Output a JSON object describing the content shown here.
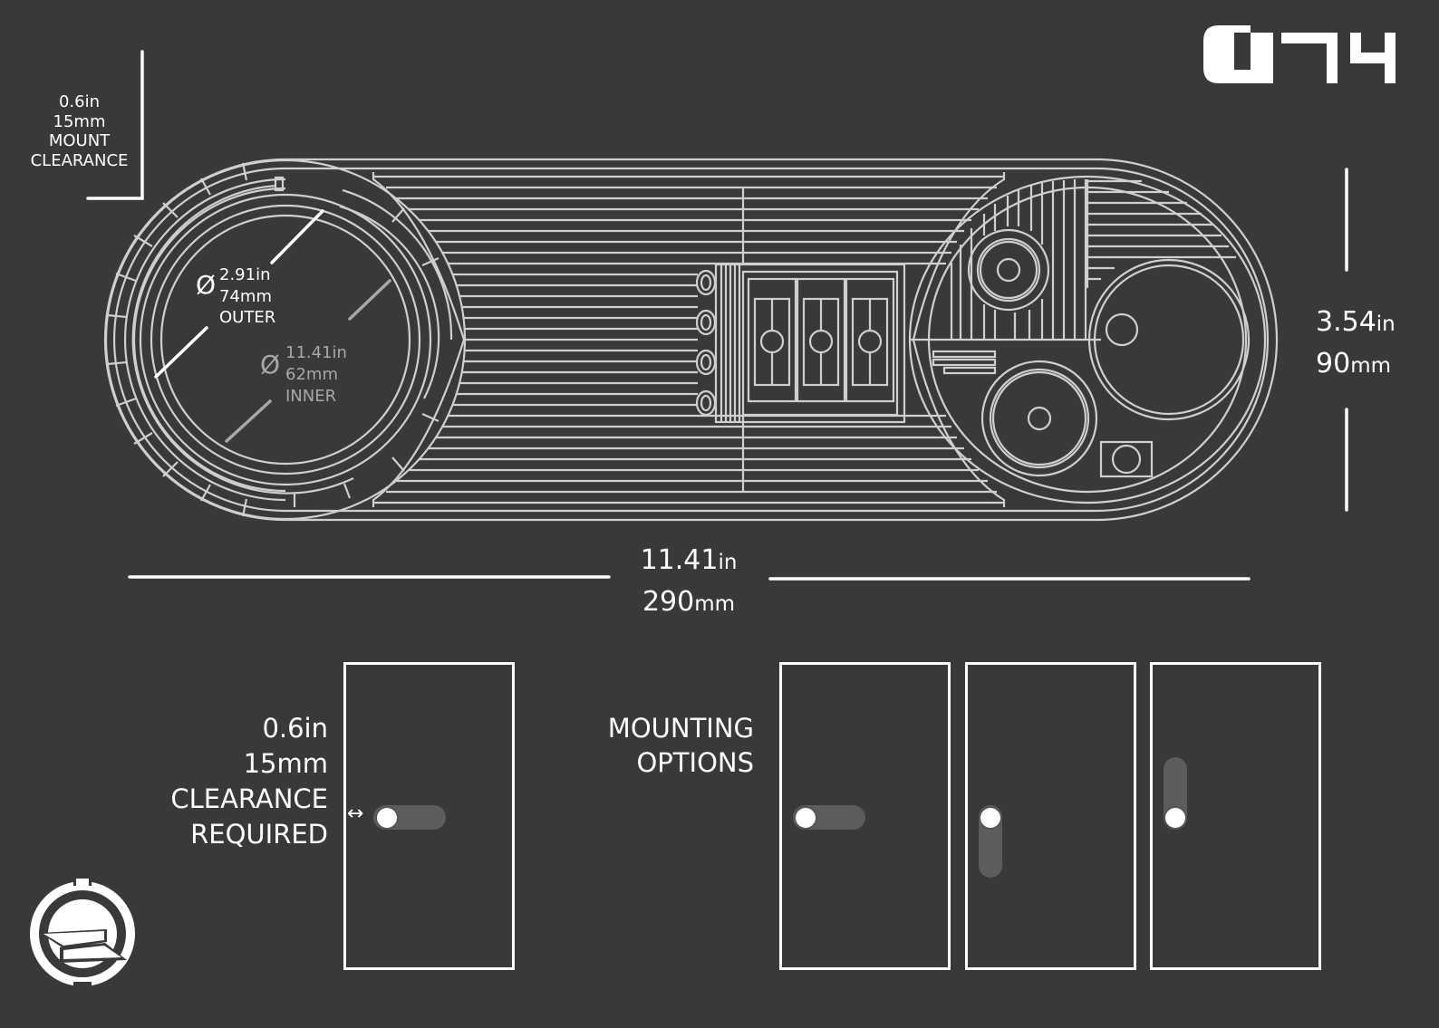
{
  "brand": {
    "logo_text": "074",
    "emblem": "circular-emblem-icon"
  },
  "mount_clearance_top": {
    "line1": "0.6in",
    "line2": "15mm",
    "line3": "MOUNT",
    "line4": "CLEARANCE"
  },
  "outer_diameter": {
    "symbol": "Ø",
    "inches": "2.91in",
    "mm": "74mm",
    "label": "OUTER"
  },
  "inner_diameter": {
    "symbol": "Ø",
    "inches": "11.41in",
    "mm": "62mm",
    "label": "INNER"
  },
  "height_dim": {
    "value_in": "3.54",
    "unit_in": "in",
    "value_mm": "90",
    "unit_mm": "mm"
  },
  "width_dim": {
    "value_in": "11.41",
    "unit_in": "in",
    "value_mm": "290",
    "unit_mm": "mm"
  },
  "clearance_required": {
    "line1": "0.6in",
    "line2": "15mm",
    "line3": "CLEARANCE",
    "line4": "REQUIRED",
    "arrow": "↔"
  },
  "mounting_options": {
    "line1": "MOUNTING",
    "line2": "OPTIONS",
    "options": [
      {
        "orientation": "horizontal",
        "knob_position": "left"
      },
      {
        "orientation": "vertical",
        "knob_position": "top"
      },
      {
        "orientation": "vertical",
        "knob_position": "bottom"
      }
    ]
  },
  "colors": {
    "background": "#393939",
    "line": "#cfcfcf",
    "text": "#ffffff",
    "track": "#5c5c5c",
    "muted": "#a8a8a8"
  }
}
